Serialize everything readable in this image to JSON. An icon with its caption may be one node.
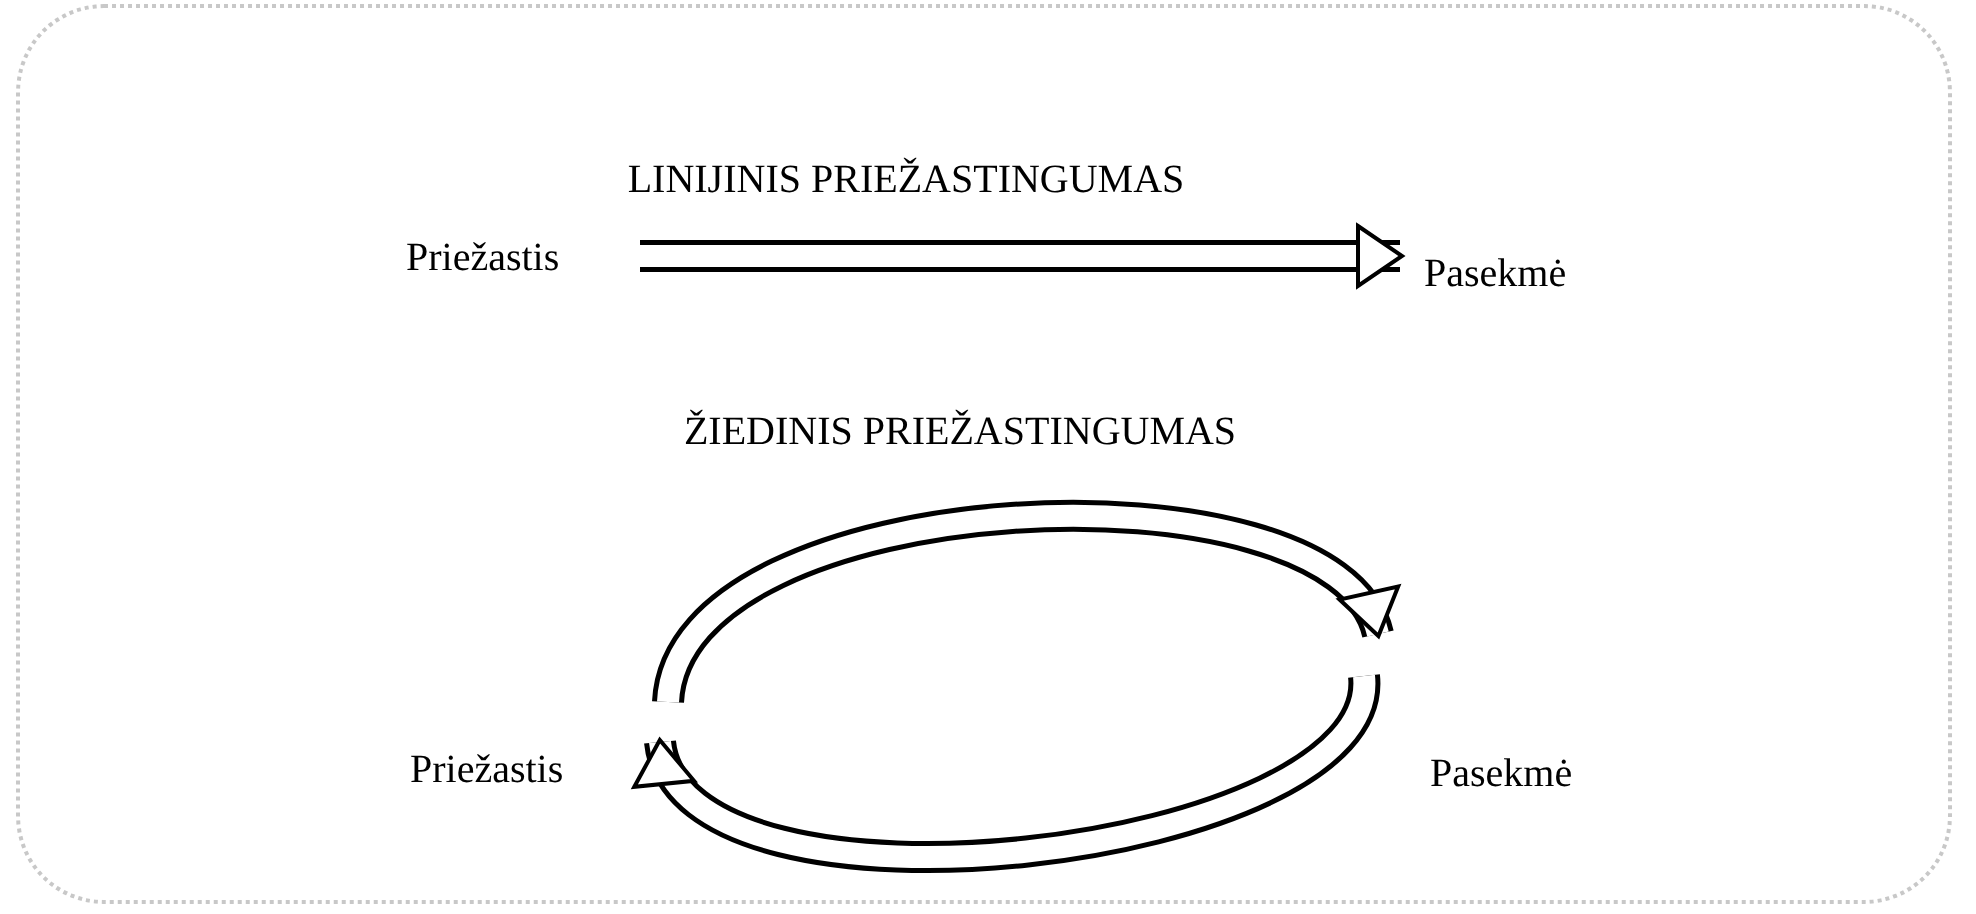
{
  "diagram": {
    "nodes": [
      {
        "text": [
          "Priežastis"
        ]
      },
      {
        "text": [
          "Pasekmė"
        ]
      },
      {
        "text": [
          "Priežastis"
        ]
      },
      {
        "text": [
          "Pasekmė"
        ]
      }
    ],
    "edges": [
      {
        "from": 0,
        "to": 1,
        "arrow": "to"
      },
      {
        "from": 2,
        "to": 3,
        "arrow": "to"
      },
      {
        "from": 3,
        "to": 2,
        "arrow": "to"
      }
    ],
    "labels": [
      "LINIJINIS PRIEŽASTINGUMAS",
      "ŽIEDINIS PRIEŽASTINGUMAS"
    ]
  }
}
